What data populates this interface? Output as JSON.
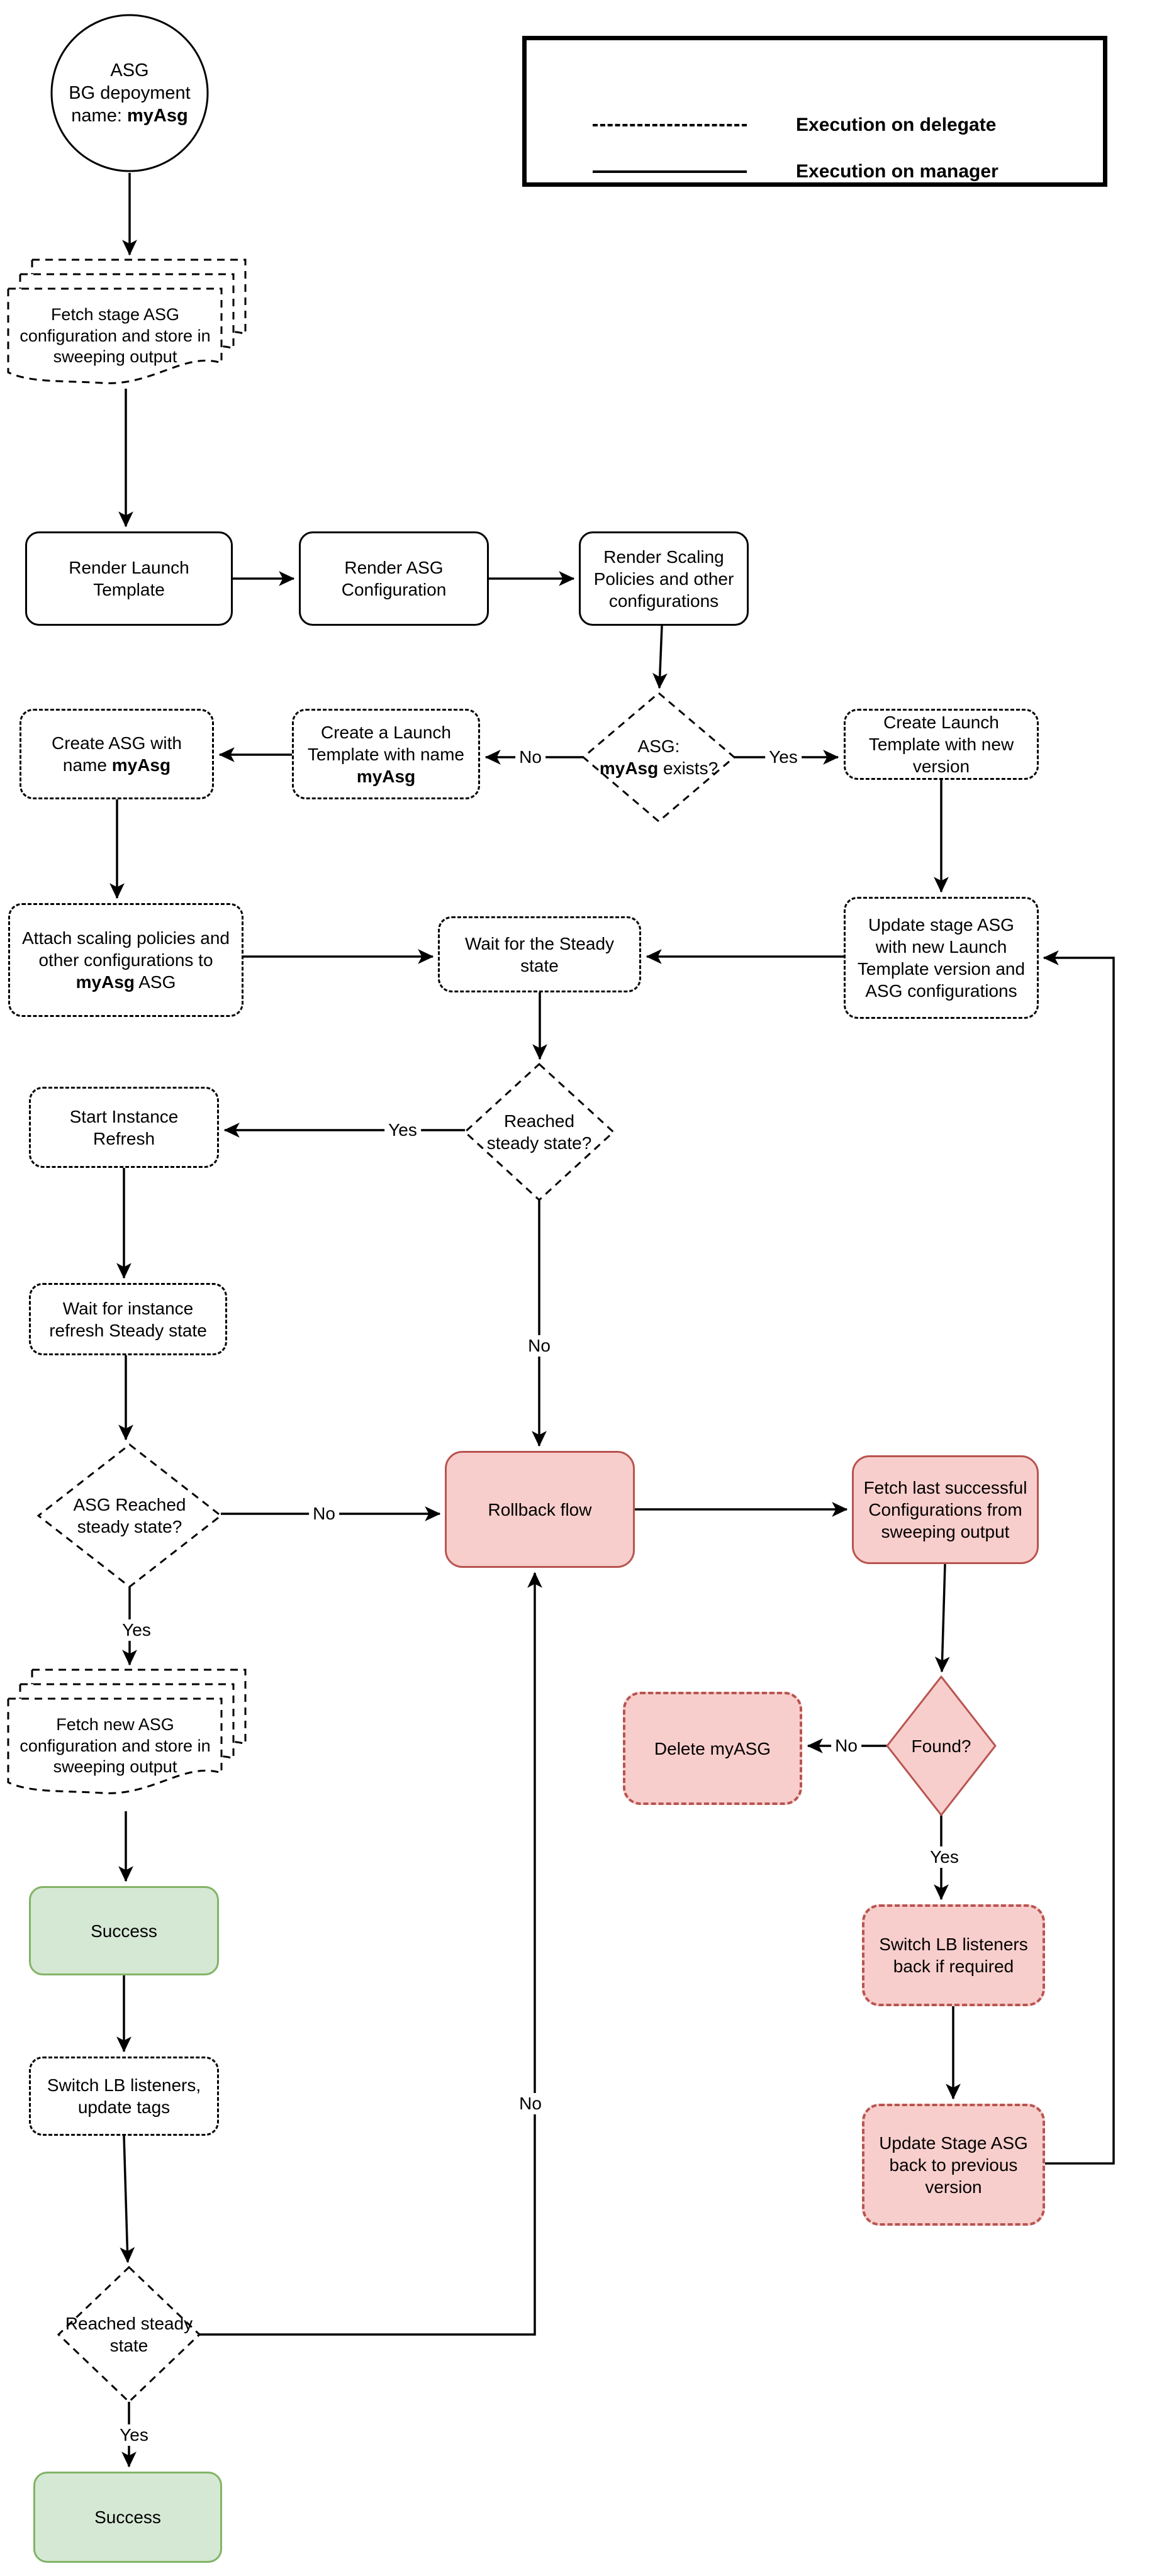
{
  "diagram": {
    "colors": {
      "red_fill": "#f8cecc",
      "red_stroke": "#b85450",
      "green_fill": "#d5e8d4",
      "green_stroke": "#82b366",
      "line": "#000000"
    },
    "legend": {
      "items": [
        {
          "style": "dashed",
          "label": "Execution on delegate"
        },
        {
          "style": "solid",
          "label": "Execution on manager"
        }
      ]
    },
    "nodes": {
      "start": {
        "line1": "ASG",
        "line2": "BG depoyment",
        "pre": "name: ",
        "bold": "myAsg"
      },
      "fetch_stage": {
        "text": "Fetch stage ASG configuration and store in sweeping output"
      },
      "render_launch": {
        "text": "Render Launch Template"
      },
      "render_asg": {
        "text": "Render ASG Configuration"
      },
      "render_scaling": {
        "text": "Render Scaling Policies and other configurations"
      },
      "asg_exists": {
        "line1": "ASG:",
        "bold": "myAsg",
        "post": " exists?"
      },
      "create_lt_new": {
        "text": "Create Launch Template with new version"
      },
      "create_lt_named": {
        "pre": "Create a Launch Template with name ",
        "bold": "myAsg"
      },
      "create_asg": {
        "pre": "Create ASG with name ",
        "bold": "myAsg"
      },
      "attach_policies": {
        "pre": "Attach scaling policies and other configurations to ",
        "bold": "myAsg",
        "post": " ASG"
      },
      "wait_steady": {
        "text": "Wait for the Steady state"
      },
      "update_stage_asg": {
        "text": "Update stage ASG with new Launch Template version and ASG configurations"
      },
      "reached_steady1": {
        "text": "Reached steady state?"
      },
      "start_instance_refresh": {
        "text": "Start Instance Refresh"
      },
      "wait_instance_refresh": {
        "text": "Wait for instance refresh Steady state"
      },
      "asg_reached_steady": {
        "text": "ASG Reached steady state?"
      },
      "rollback": {
        "text": "Rollback flow"
      },
      "fetch_last": {
        "text": "Fetch last successful Configurations from sweeping output"
      },
      "found": {
        "text": "Found?"
      },
      "delete_myasg": {
        "text": "Delete myASG"
      },
      "fetch_new": {
        "text": "Fetch new ASG configuration and store in sweeping output"
      },
      "success1": {
        "text": "Success"
      },
      "switch_lb": {
        "text": "Switch LB listeners, update tags"
      },
      "switch_lb_back": {
        "text": "Switch LB listeners back if required"
      },
      "update_back": {
        "text": "Update Stage ASG back to previous version"
      },
      "reached_steady2": {
        "text": "Reached steady state"
      },
      "success2": {
        "text": "Success"
      }
    },
    "labels": {
      "asg_exists_yes": "Yes",
      "asg_exists_no": "No",
      "reached1_yes": "Yes",
      "reached1_no": "No",
      "asg_reached_no": "No",
      "asg_reached_yes": "Yes",
      "found_no": "No",
      "found_yes": "Yes",
      "reached2_yes": "Yes",
      "reached2_no": "No"
    }
  }
}
